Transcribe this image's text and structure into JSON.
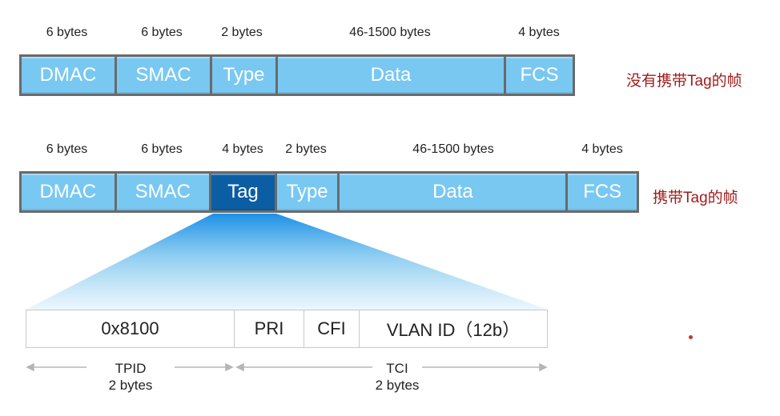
{
  "frame_untagged": {
    "sizes": [
      "6 bytes",
      "6 bytes",
      "2 bytes",
      "46-1500 bytes",
      "4 bytes"
    ],
    "fields": [
      "DMAC",
      "SMAC",
      "Type",
      "Data",
      "FCS"
    ],
    "note": "没有携带Tag的帧"
  },
  "frame_tagged": {
    "sizes": [
      "6 bytes",
      "6 bytes",
      "4 bytes",
      "2 bytes",
      "46-1500 bytes",
      "4 bytes"
    ],
    "fields": [
      "DMAC",
      "SMAC",
      "Tag",
      "Type",
      "Data",
      "FCS"
    ],
    "note": "携带Tag的帧"
  },
  "tag_detail": {
    "fields": [
      "0x8100",
      "PRI",
      "CFI",
      "VLAN ID（12b）"
    ],
    "tpid": {
      "name": "TPID",
      "size": "2 bytes"
    },
    "tci": {
      "name": "TCI",
      "size": "2 bytes"
    }
  },
  "colors": {
    "field_fill": "#79c8f2",
    "tag_fill": "#0b5ea3",
    "note_text": "#a11c1c"
  }
}
